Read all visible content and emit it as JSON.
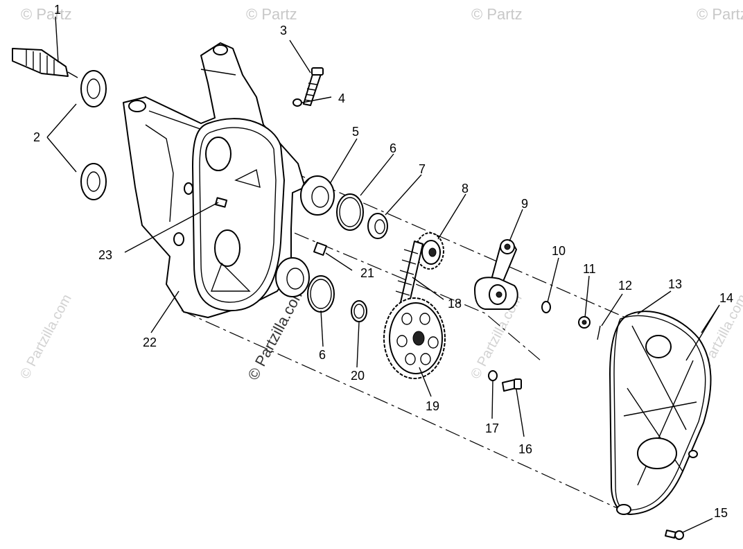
{
  "callouts": [
    {
      "id": "1",
      "label": "1"
    },
    {
      "id": "2",
      "label": "2"
    },
    {
      "id": "3",
      "label": "3"
    },
    {
      "id": "4",
      "label": "4"
    },
    {
      "id": "5",
      "label": "5"
    },
    {
      "id": "6a",
      "label": "6"
    },
    {
      "id": "6b",
      "label": "6"
    },
    {
      "id": "7",
      "label": "7"
    },
    {
      "id": "8",
      "label": "8"
    },
    {
      "id": "9",
      "label": "9"
    },
    {
      "id": "10",
      "label": "10"
    },
    {
      "id": "11",
      "label": "11"
    },
    {
      "id": "12",
      "label": "12"
    },
    {
      "id": "13",
      "label": "13"
    },
    {
      "id": "14",
      "label": "14"
    },
    {
      "id": "15",
      "label": "15"
    },
    {
      "id": "16",
      "label": "16"
    },
    {
      "id": "17",
      "label": "17"
    },
    {
      "id": "18",
      "label": "18"
    },
    {
      "id": "19",
      "label": "19"
    },
    {
      "id": "20",
      "label": "20"
    },
    {
      "id": "21",
      "label": "21"
    },
    {
      "id": "22",
      "label": "22"
    },
    {
      "id": "23",
      "label": "23"
    }
  ],
  "watermark": {
    "main": "© Partzilla.com",
    "short": "© Partz"
  }
}
